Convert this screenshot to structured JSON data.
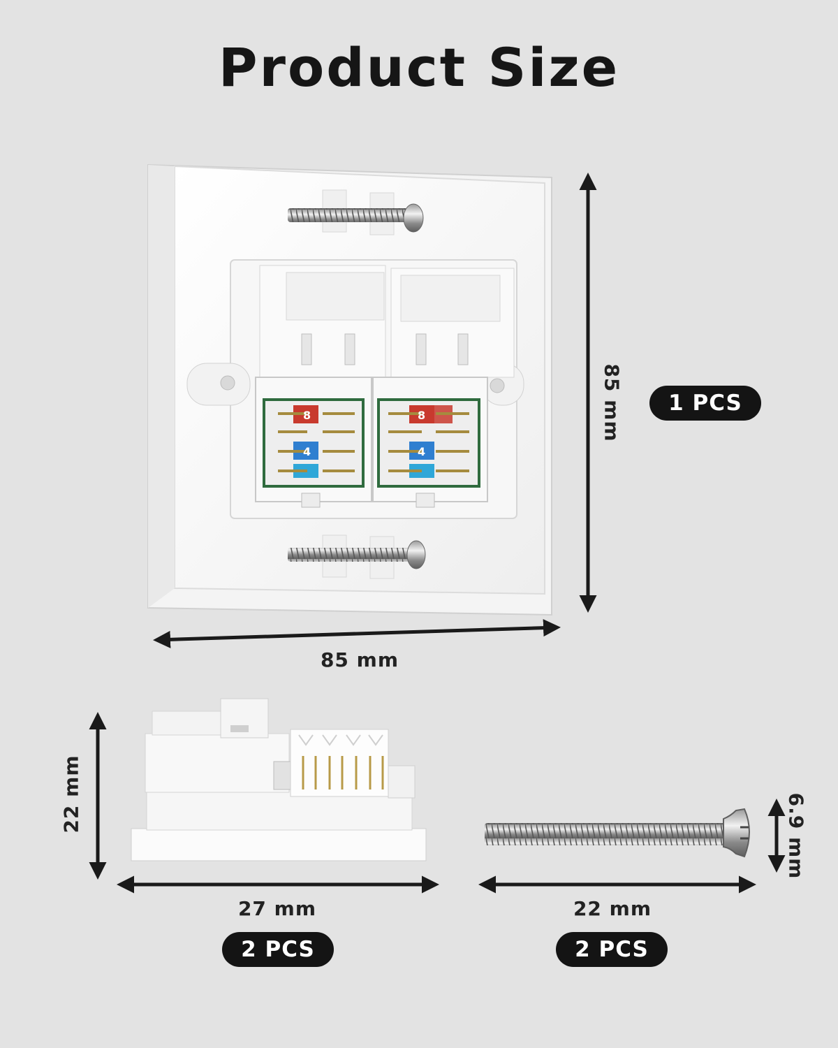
{
  "title": "Product Size",
  "faceplate": {
    "height_label": "85 mm",
    "width_label": "85 mm",
    "quantity": "1 PCS",
    "port_labels": [
      "8",
      "4"
    ]
  },
  "keystone": {
    "height_label": "22 mm",
    "width_label": "27 mm",
    "quantity": "2 PCS"
  },
  "screw": {
    "length_label": "22 mm",
    "diameter_label": "6.9 mm",
    "quantity": "2 PCS"
  }
}
